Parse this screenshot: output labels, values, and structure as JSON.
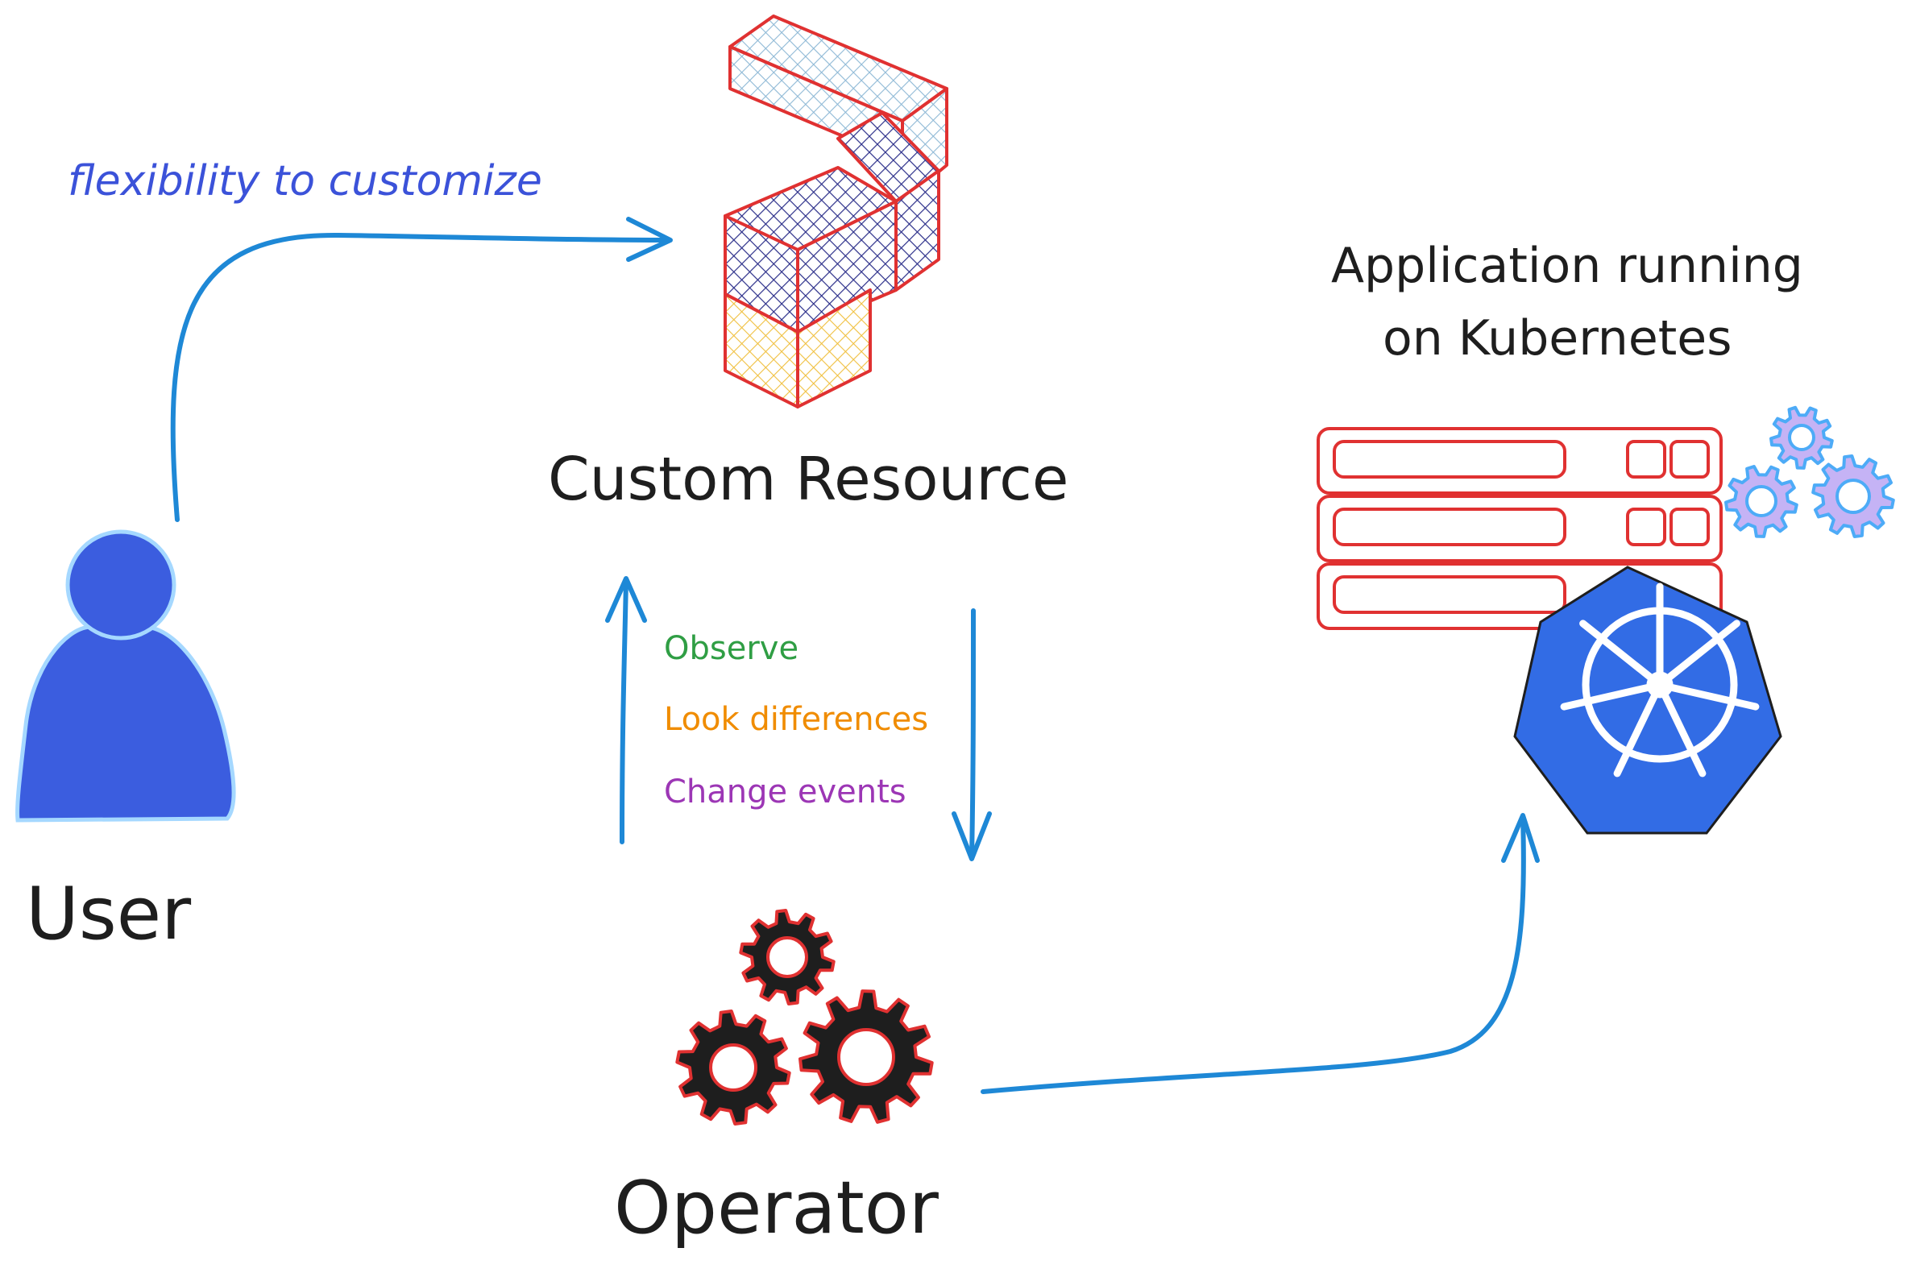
{
  "labels": {
    "flexibility": "flexibility to customize",
    "custom_resource": "Custom Resource",
    "app_line1": "Application running",
    "app_line2": "on Kubernetes",
    "user": "User",
    "operator": "Operator",
    "observe": "Observe",
    "look_differences": "Look differences",
    "change_events": "Change events"
  },
  "colors": {
    "arrow": "#1e88d6",
    "text": "#1e1e1e",
    "flexibility": "#3b52d9",
    "observe": "#2f9e44",
    "look_differences": "#f08c00",
    "change_events": "#9c36b5",
    "user_fill": "#3b5ddf",
    "user_stroke": "#a5d8ff",
    "k8s_blue": "#326ce5",
    "server_red": "#e03131",
    "gear_dark": "#1e1e1e",
    "gear_purple": "#c5b3f5"
  },
  "icons": [
    "user-icon",
    "custom-resource-blocks-icon",
    "operator-gears-icon",
    "server-rack-icon",
    "kubernetes-helm-icon",
    "small-gears-icon"
  ]
}
